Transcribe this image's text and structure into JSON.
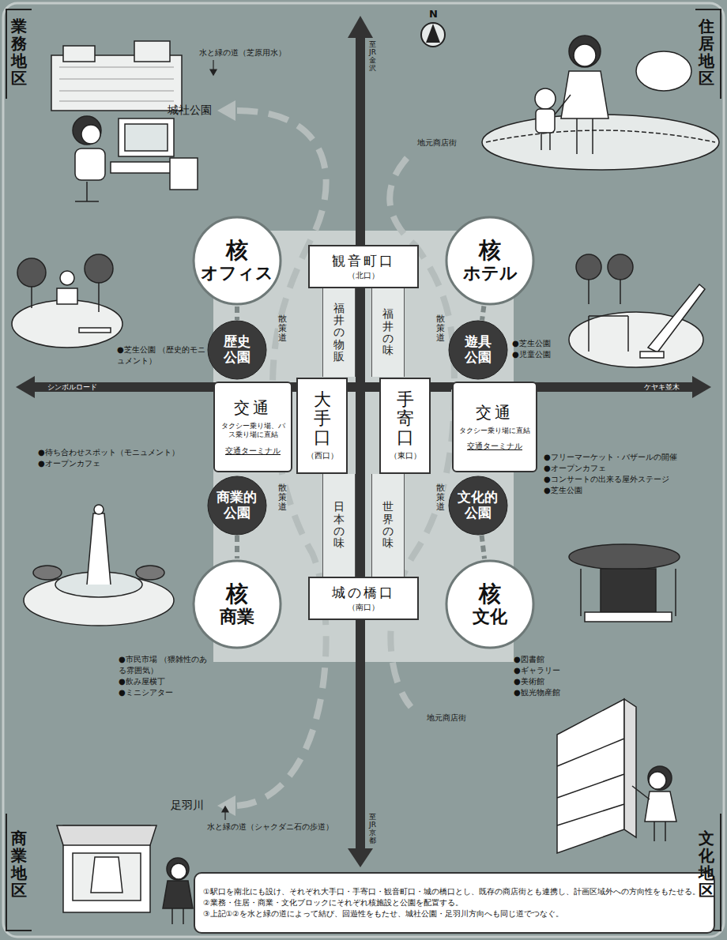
{
  "diagram": {
    "nodes": [
      {
        "text": [
          "核",
          "オフィス"
        ]
      },
      {
        "text": [
          "歴史公園"
        ]
      },
      {
        "text": [
          "交通",
          "タクシー乗り場、バス乗り場に直結",
          "交通ターミナル"
        ]
      },
      {
        "text": [
          "商業的公園"
        ]
      },
      {
        "text": [
          "核",
          "商業"
        ]
      },
      {
        "text": [
          "核",
          "ホテル"
        ]
      },
      {
        "text": [
          "遊具公園"
        ]
      },
      {
        "text": [
          "交通",
          "タクシー乗り場に直結",
          "交通ターミナル"
        ]
      },
      {
        "text": [
          "文化的公園"
        ]
      },
      {
        "text": [
          "核",
          "文化"
        ]
      },
      {
        "text": [
          "観音町口",
          "（北口）"
        ]
      },
      {
        "text": [
          "福井の物販"
        ]
      },
      {
        "text": [
          "福井の味"
        ]
      },
      {
        "text": [
          "大手口",
          "（西口）"
        ]
      },
      {
        "text": [
          "手寄口",
          "（東口）"
        ]
      },
      {
        "text": [
          "日本の味"
        ]
      },
      {
        "text": [
          "世界の味"
        ]
      },
      {
        "text": [
          "城の橋口",
          "（南口）"
        ]
      },
      {
        "text": [
          "①駅口を南北にも設け、それぞれ大手口・手寄口・観音町口・城の橋口とし、既存の商店街とも連携し、計画区域外への方向性をもたせる。",
          "②業務・住居・商業・文化ブロックにそれぞれ核施設と公園を配置する。",
          "③上記①②を水と緑の道によって結び、回遊性をもたせ、城社公園・足羽川方向へも同じ道でつなぐ。"
        ]
      }
    ],
    "edges": [
      {
        "from": 0,
        "to": 1,
        "arrow": "none"
      },
      {
        "from": 3,
        "to": 4,
        "arrow": "none"
      },
      {
        "from": 5,
        "to": 6,
        "arrow": "none"
      },
      {
        "from": 8,
        "to": 9,
        "arrow": "none"
      }
    ],
    "labels": [
      "N",
      "至JR金沢",
      "業務地区",
      "住居地区",
      "城社公園",
      "水と緑の道（芝原用水）",
      "地元商店街",
      "散策道",
      "散策道",
      "シンボルロード",
      "ケヤキ並木",
      "●芝生公園 （歴史的モニュメント）",
      "●芝生公園",
      "●児童公園",
      "●待ち合わせスポット（モニュメント）",
      "●オープンカフェ",
      "散策道",
      "散策道",
      "●フリーマーケット・バザールの開催",
      "●オープンカフェ",
      "●コンサートの出来る屋外ステージ",
      "●芝生公園",
      "●市民市場 （猥雑性のある雰囲気）",
      "●飲み屋横丁",
      "●ミニシアター",
      "●図書館",
      "●ギャラリー",
      "●美術館",
      "●観光物産館",
      "地元商店街",
      "足羽川",
      "水と緑の道（シャクダニ石の歩道）",
      "至JR京都",
      "商業地区",
      "文化地区"
    ]
  }
}
